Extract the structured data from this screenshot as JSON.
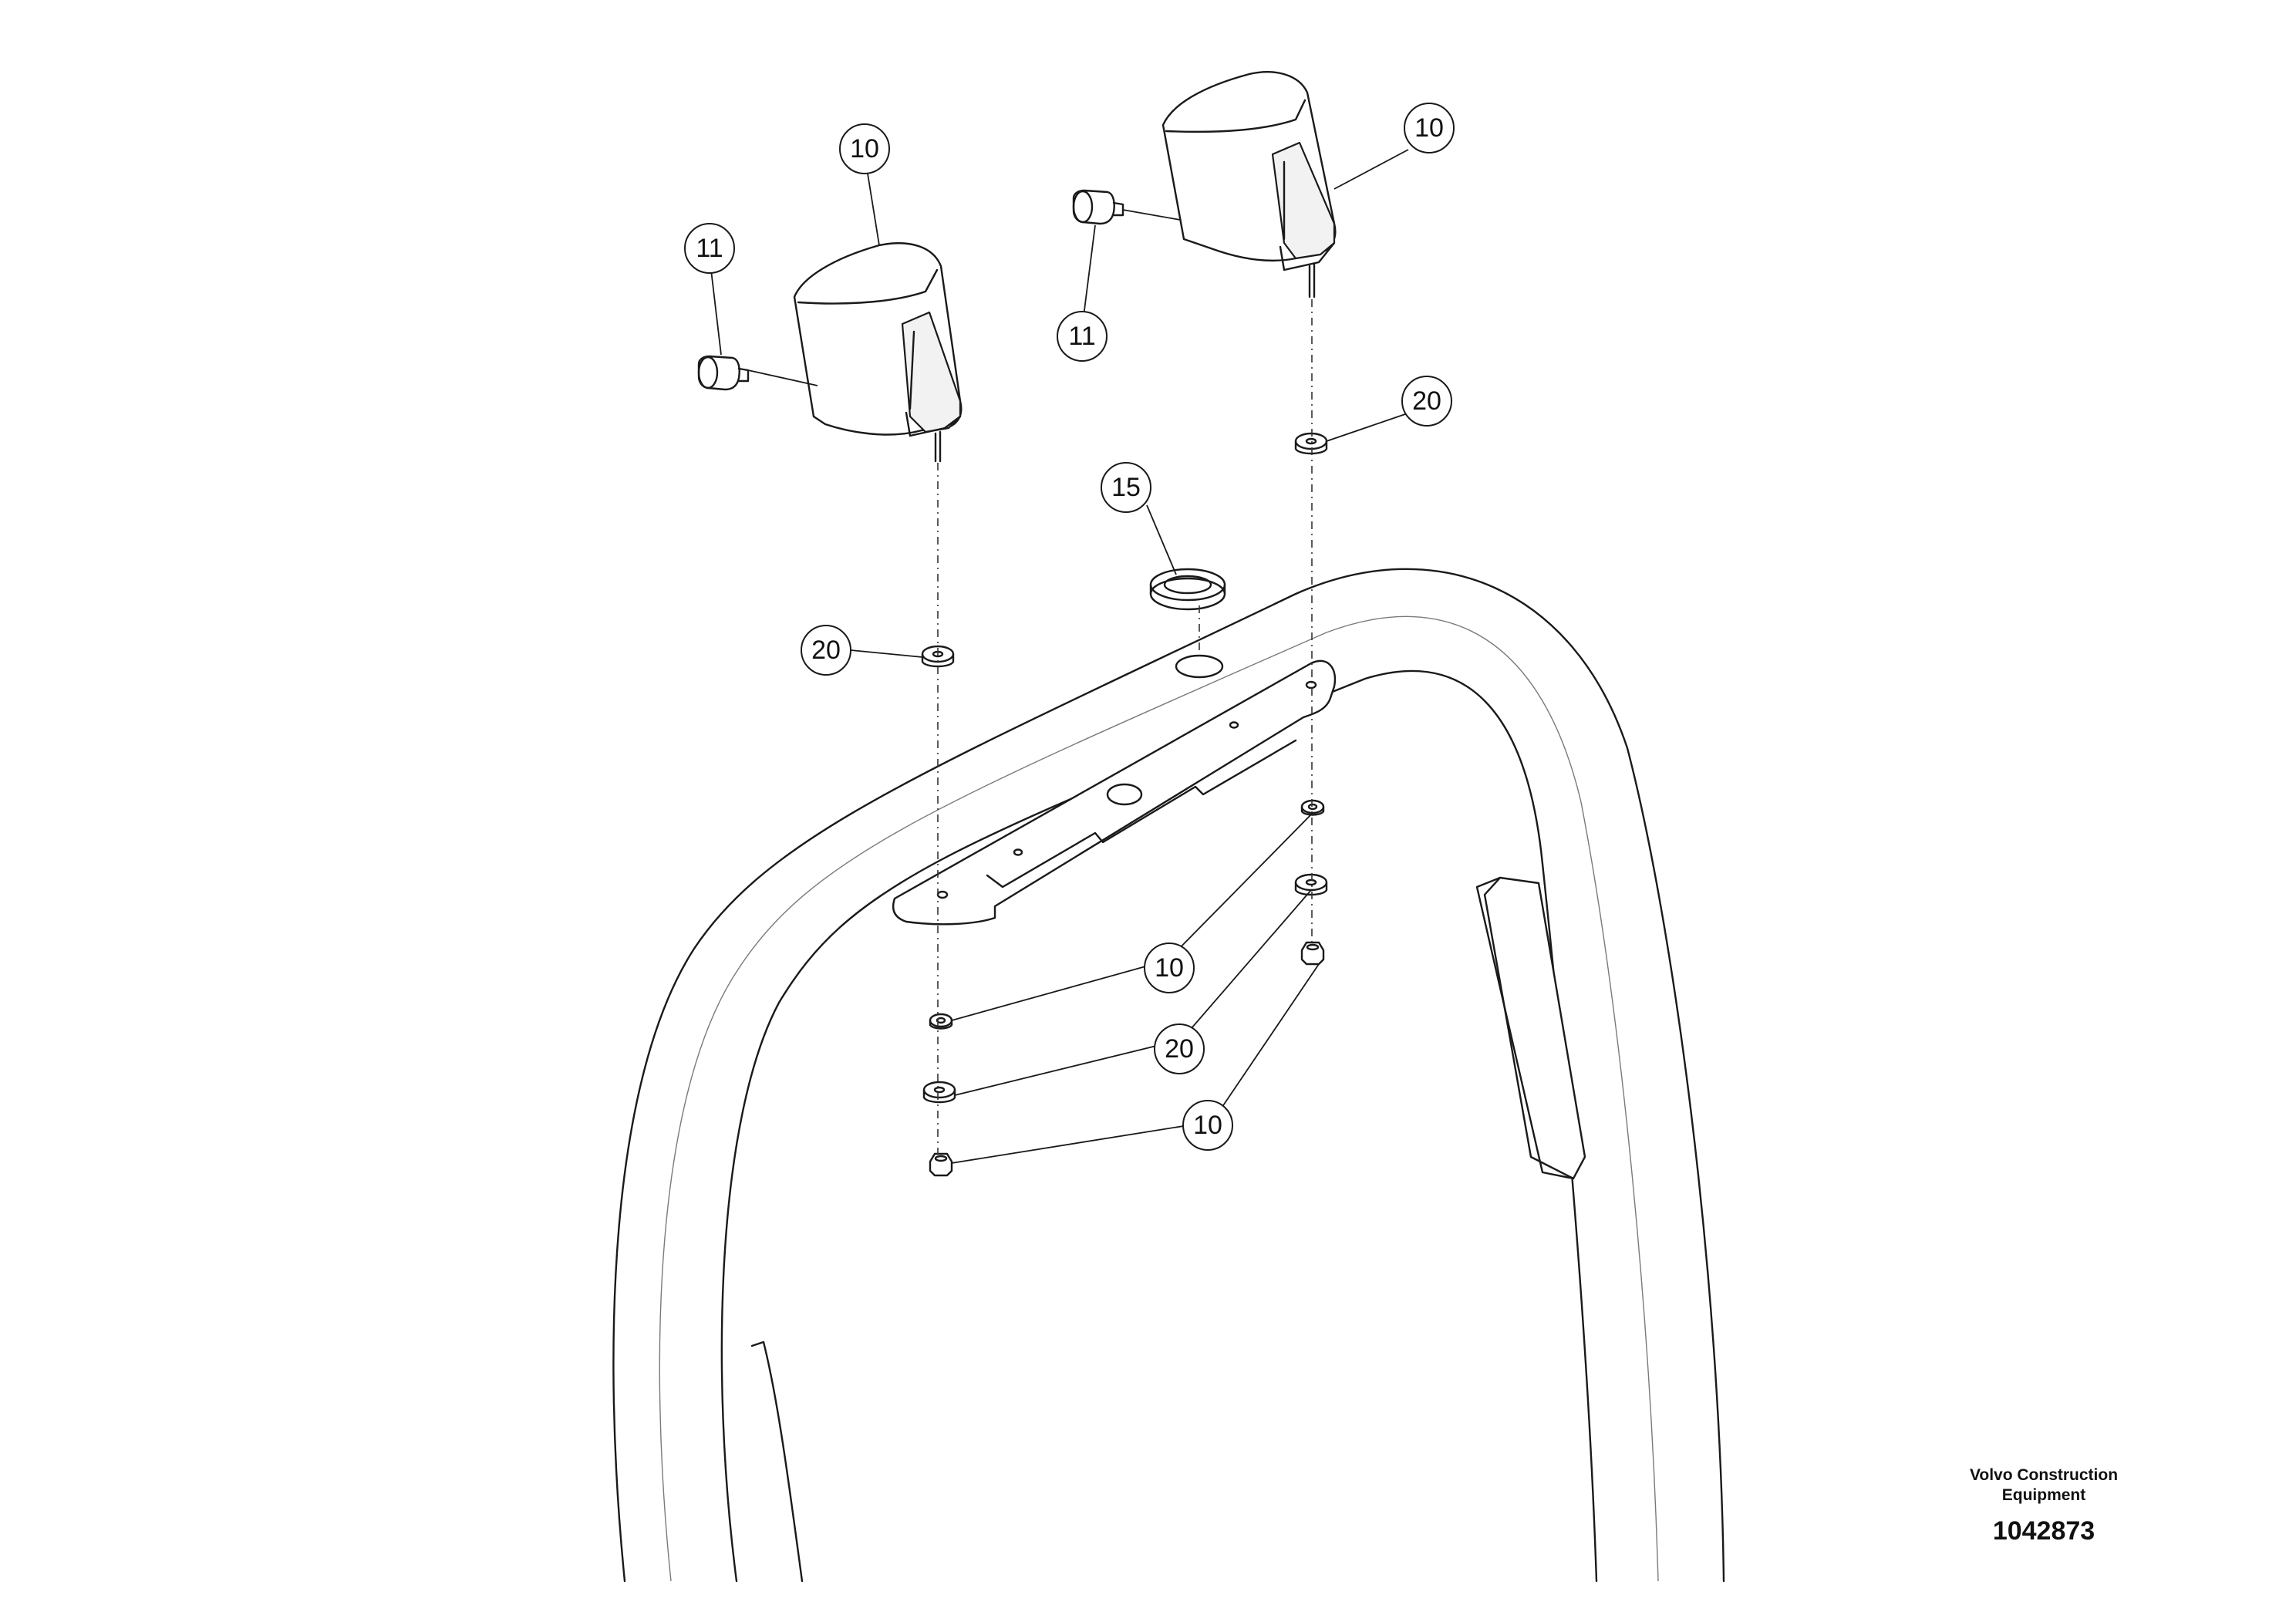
{
  "diagram": {
    "balloons": [
      {
        "id": "b-10-left-lamp",
        "label": "10"
      },
      {
        "id": "b-11-left-bulb",
        "label": "11"
      },
      {
        "id": "b-10-right-lamp",
        "label": "10"
      },
      {
        "id": "b-11-right-bulb",
        "label": "11"
      },
      {
        "id": "b-20-right-top",
        "label": "20"
      },
      {
        "id": "b-15-grommet",
        "label": "15"
      },
      {
        "id": "b-20-left-top",
        "label": "20"
      },
      {
        "id": "b-10-washer",
        "label": "10"
      },
      {
        "id": "b-20-washer",
        "label": "20"
      },
      {
        "id": "b-10-nut",
        "label": "10"
      }
    ]
  },
  "footer": {
    "manufacturer_line1": "Volvo Construction",
    "manufacturer_line2": "Equipment",
    "illustration_number": "1042873"
  }
}
